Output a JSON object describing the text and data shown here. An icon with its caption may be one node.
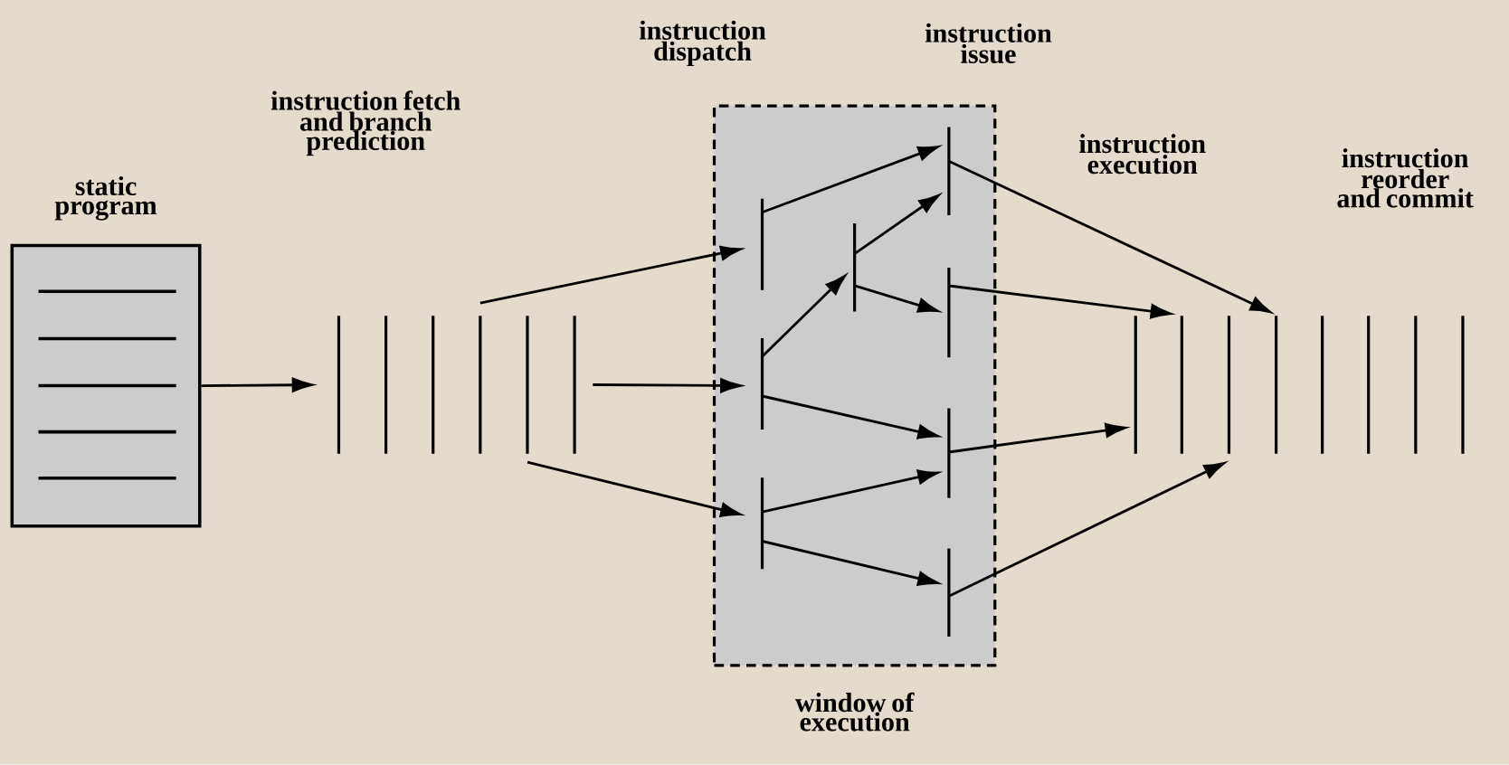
{
  "diagram": {
    "nodes": [
      {
        "text": [
          "static program"
        ]
      },
      {
        "text": [],
        "shape": "bar"
      },
      {
        "text": [],
        "shape": "bar"
      },
      {
        "text": [],
        "shape": "bar"
      },
      {
        "text": [],
        "shape": "bar"
      },
      {
        "text": [],
        "shape": "bar"
      },
      {
        "text": [],
        "shape": "bar"
      },
      {
        "text": [
          "window of execution"
        ]
      },
      {
        "text": [],
        "shape": "bar",
        "in": 7
      },
      {
        "text": [],
        "shape": "bar",
        "in": 7
      },
      {
        "text": [],
        "shape": "bar",
        "in": 7
      },
      {
        "text": [],
        "shape": "bar",
        "in": 7
      },
      {
        "text": [],
        "shape": "bar",
        "in": 7
      },
      {
        "text": [],
        "shape": "bar",
        "in": 7
      },
      {
        "text": [],
        "shape": "bar",
        "in": 7
      },
      {
        "text": [],
        "shape": "bar",
        "in": 7
      },
      {
        "text": [],
        "shape": "bar"
      },
      {
        "text": [],
        "shape": "bar"
      },
      {
        "text": [],
        "shape": "bar"
      },
      {
        "text": [],
        "shape": "bar"
      },
      {
        "text": [],
        "shape": "bar"
      },
      {
        "text": [],
        "shape": "bar"
      },
      {
        "text": [],
        "shape": "bar"
      },
      {
        "text": [],
        "shape": "bar"
      }
    ],
    "edges": [
      {
        "from": 0,
        "to": 1,
        "arrow": "to"
      },
      {
        "from": 4,
        "to": 8,
        "arrow": "to"
      },
      {
        "from": 6,
        "to": 9,
        "arrow": "to"
      },
      {
        "from": 5,
        "to": 10,
        "arrow": "to"
      },
      {
        "from": 8,
        "to": 12,
        "arrow": "to"
      },
      {
        "from": 9,
        "to": 11,
        "arrow": "to"
      },
      {
        "from": 11,
        "to": 12,
        "arrow": "to"
      },
      {
        "from": 11,
        "to": 13,
        "arrow": "to"
      },
      {
        "from": 9,
        "to": 14,
        "arrow": "to"
      },
      {
        "from": 10,
        "to": 14,
        "arrow": "to"
      },
      {
        "from": 10,
        "to": 15,
        "arrow": "to"
      },
      {
        "from": 12,
        "to": 19,
        "arrow": "to"
      },
      {
        "from": 13,
        "to": 17,
        "arrow": "to"
      },
      {
        "from": 14,
        "to": 16,
        "arrow": "to"
      },
      {
        "from": 15,
        "to": 18,
        "arrow": "to"
      }
    ],
    "labels": [
      "instruction fetch and branch prediction",
      "instruction dispatch",
      "instruction issue",
      "instruction execution",
      "instruction reorder and commit"
    ]
  }
}
